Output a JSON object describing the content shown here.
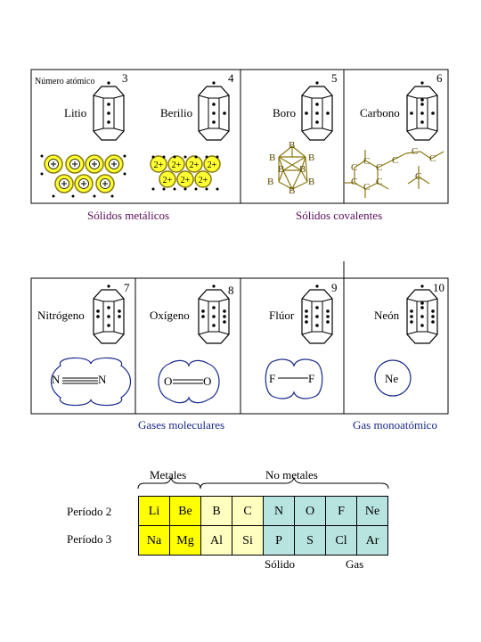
{
  "header_label": "Número atómico",
  "row1": {
    "elements": [
      {
        "number": "3",
        "name": "Litio"
      },
      {
        "number": "4",
        "name": "Berilio"
      },
      {
        "number": "5",
        "name": "Boro"
      },
      {
        "number": "6",
        "name": "Carbono"
      }
    ],
    "group_metal_label": "Sólidos metálicos",
    "group_covalent_label": "Sólidos covalentes",
    "berilio_ion": "2+",
    "boron_atom": "B",
    "carbon_atom": "C"
  },
  "row2": {
    "elements": [
      {
        "number": "7",
        "name": "Nitrógeno",
        "molecule": [
          "N",
          "N"
        ]
      },
      {
        "number": "8",
        "name": "Oxígeno",
        "molecule": [
          "O",
          "O"
        ]
      },
      {
        "number": "9",
        "name": "Flúor",
        "molecule": [
          "F",
          "F"
        ]
      },
      {
        "number": "10",
        "name": "Neón",
        "molecule": [
          "Ne"
        ]
      }
    ],
    "group_molecular_label": "Gases moleculares",
    "group_monatomic_label": "Gas monoatómico"
  },
  "table": {
    "metals_label": "Metales",
    "nonmetals_label": "No metales",
    "periods": [
      {
        "label": "Período 2",
        "symbols": [
          "Li",
          "Be",
          "B",
          "C",
          "N",
          "O",
          "F",
          "Ne"
        ]
      },
      {
        "label": "Período 3",
        "symbols": [
          "Na",
          "Mg",
          "Al",
          "Si",
          "P",
          "S",
          "Cl",
          "Ar"
        ]
      }
    ],
    "solid_label": "Sólido",
    "gas_label": "Gas",
    "colors": [
      "#ffff00",
      "#ffff00",
      "#ffffc0",
      "#ffffc0",
      "#b8e4e0",
      "#b8e4e0",
      "#b8e4e0",
      "#b8e4e0"
    ]
  },
  "colors": {
    "purple": "#5a0d5a",
    "blue": "#1a2a8a",
    "lattice_olive": "#8a7a10",
    "ion_yellow": "#ffff33"
  }
}
